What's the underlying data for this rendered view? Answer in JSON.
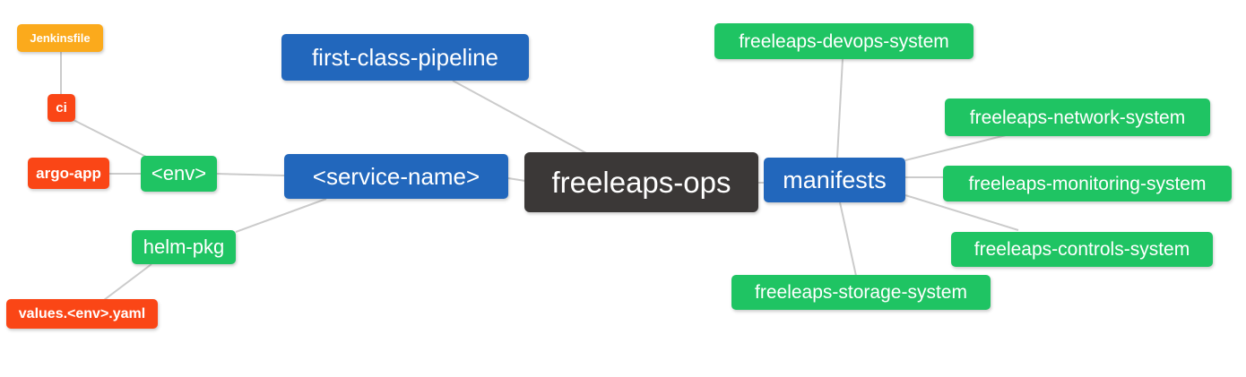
{
  "diagram": {
    "type": "mindmap",
    "nodes": {
      "root": "freeleaps-ops",
      "first_class_pipeline": "first-class-pipeline",
      "service_name": "<service-name>",
      "env": "<env>",
      "ci": "ci",
      "argo_app": "argo-app",
      "jenkinsfile": "Jenkinsfile",
      "helm_pkg": "helm-pkg",
      "values_env_yaml": "values.<env>.yaml",
      "manifests": "manifests",
      "devops_system": "freeleaps-devops-system",
      "network_system": "freeleaps-network-system",
      "monitoring_system": "freeleaps-monitoring-system",
      "controls_system": "freeleaps-controls-system",
      "storage_system": "freeleaps-storage-system"
    },
    "edges": [
      {
        "from": "freeleaps-ops",
        "to": "first-class-pipeline"
      },
      {
        "from": "freeleaps-ops",
        "to": "<service-name>"
      },
      {
        "from": "freeleaps-ops",
        "to": "manifests"
      },
      {
        "from": "<service-name>",
        "to": "<env>"
      },
      {
        "from": "<service-name>",
        "to": "helm-pkg"
      },
      {
        "from": "<env>",
        "to": "ci"
      },
      {
        "from": "<env>",
        "to": "argo-app"
      },
      {
        "from": "ci",
        "to": "Jenkinsfile"
      },
      {
        "from": "helm-pkg",
        "to": "values.<env>.yaml"
      },
      {
        "from": "manifests",
        "to": "freeleaps-devops-system"
      },
      {
        "from": "manifests",
        "to": "freeleaps-network-system"
      },
      {
        "from": "manifests",
        "to": "freeleaps-monitoring-system"
      },
      {
        "from": "manifests",
        "to": "freeleaps-controls-system"
      },
      {
        "from": "manifests",
        "to": "freeleaps-storage-system"
      }
    ],
    "colors": {
      "root_bg": "#3b3837",
      "branch_blue_bg": "#2267bc",
      "green_bg": "#1fc463",
      "red_bg": "#fa4616",
      "orange_bg": "#fbaa1c",
      "edge_line": "#cbcbcb",
      "text": "#ffffff",
      "background": "#ffffff"
    }
  }
}
